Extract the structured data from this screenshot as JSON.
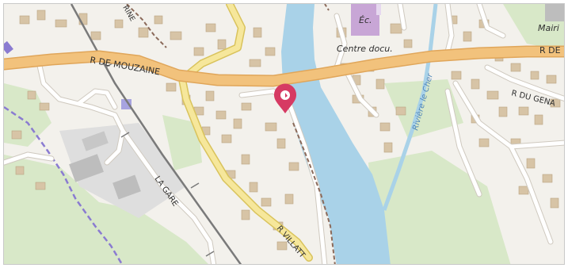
{
  "map": {
    "colors": {
      "land": "#f3f1ec",
      "green": "#d8e8c8",
      "river": "#a9d2e8",
      "building": "#d7c4a6",
      "main_road": "#f2c27c",
      "secondary_road": "#f6e79b",
      "minor_road": "#ffffff",
      "railway": "#7a7a7a",
      "boundary": "#8a7bd1",
      "marker": "#d63a63",
      "school": "#c8a6d6"
    },
    "marker": {
      "name": "location-marker",
      "icon": "map-pin-icon"
    },
    "labels": {
      "rue_mouzaine_west": "R DE MOUZAINE",
      "rue_mouzaine_east": "R DE",
      "rue_genaudiere": "R DU GENA",
      "la_gare": "LA GARE",
      "rue_villatte": "R VILLATT",
      "ecole": "Éc.",
      "centre_doc": "Centre docu.",
      "riviere": "Rivière le Cher",
      "mairie": "Mairi",
      "street_top": "RINE"
    }
  }
}
